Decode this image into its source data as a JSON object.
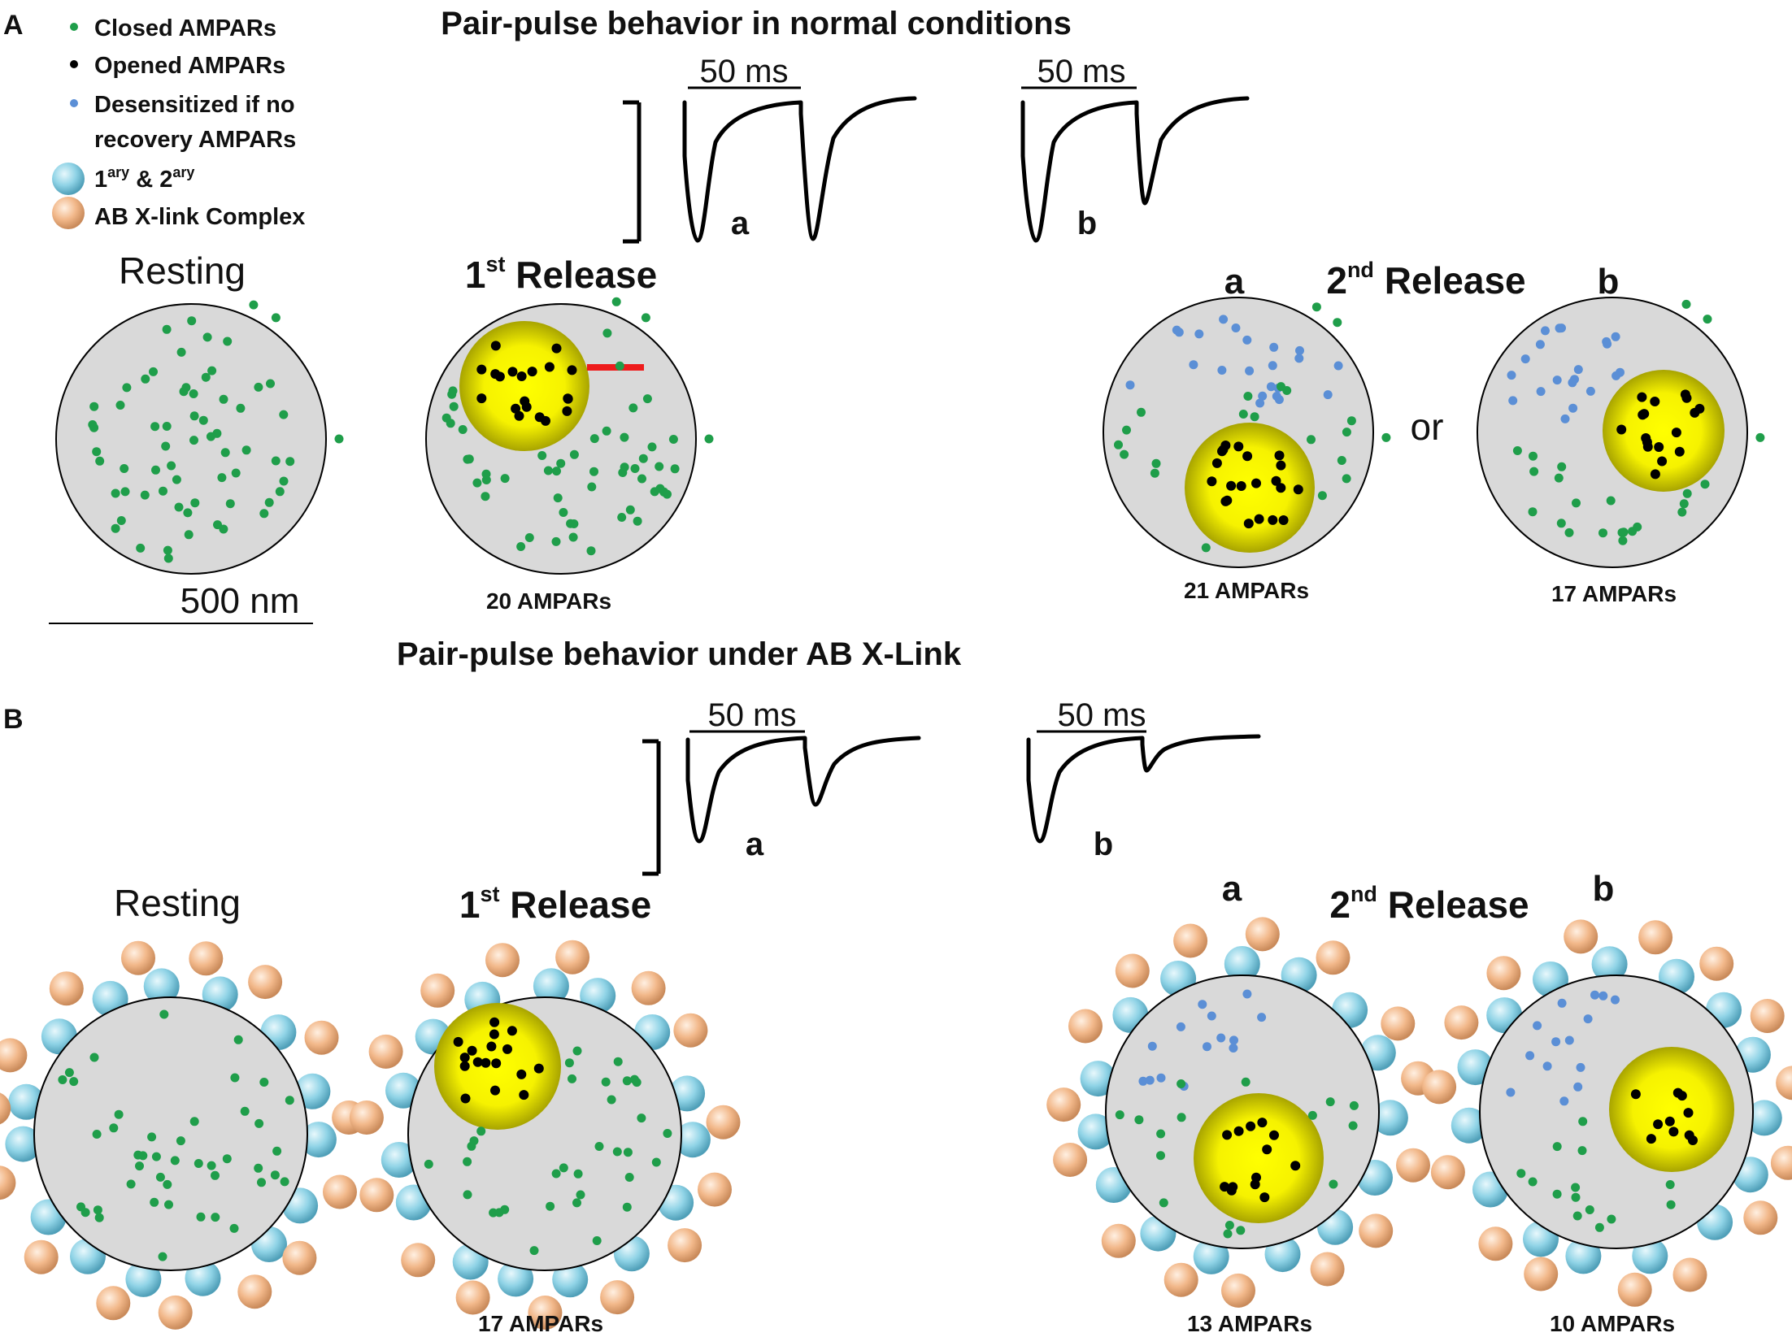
{
  "panel_a": {
    "letter": "A",
    "title": "Pair-pulse behavior in normal  conditions",
    "time_scale_a": "50 ms",
    "time_scale_b": "50 ms",
    "trace_label_a": "a",
    "trace_label_b": "b",
    "resting_label": "Resting",
    "release1_main": "1",
    "release1_sup": "st",
    "release1_rest": " Release",
    "release2_main": "2",
    "release2_sup": "nd",
    "release2_rest": " Release",
    "release2_a": "a",
    "release2_b": "b",
    "or_label": "or",
    "scale_bar": "500 nm",
    "count_first": "20 AMPARs",
    "count_a": "21 AMPARs",
    "count_b": "17 AMPARs"
  },
  "panel_b": {
    "letter": "B",
    "title": "Pair-pulse behavior under AB X-Link",
    "time_scale_a": "50 ms",
    "time_scale_b": "50 ms",
    "trace_label_a": "a",
    "trace_label_b": "b",
    "resting_label": "Resting",
    "release1_main": "1",
    "release1_sup": "st",
    "release1_rest": " Release",
    "release2_main": "2",
    "release2_sup": "nd",
    "release2_rest": " Release",
    "release2_a": "a",
    "release2_b": "b",
    "count_first": "17 AMPARs",
    "count_a": "13 AMPARs",
    "count_b": "10 AMPARs"
  },
  "legend": {
    "closed": "Closed AMPARs",
    "opened": "Opened AMPARs",
    "desens_line1": "Desensitized if no",
    "desens_line2": "recovery AMPARs",
    "antibody_1": "1",
    "antibody_sup1": "ary",
    "antibody_amp": " & 2",
    "antibody_sup2": "ary",
    "complex": "AB X-link Complex"
  },
  "colors": {
    "closed": "#1f9e4a",
    "opened": "#000000",
    "desensitized": "#5b8fd6",
    "synapse_fill": "#d9d9d9",
    "release_core": "#ffff00",
    "release_edge": "#a8a800",
    "scale_red": "#ee1c1c",
    "primary_ab": "#8fd3e6",
    "complex_ab": "#f2b88a"
  }
}
